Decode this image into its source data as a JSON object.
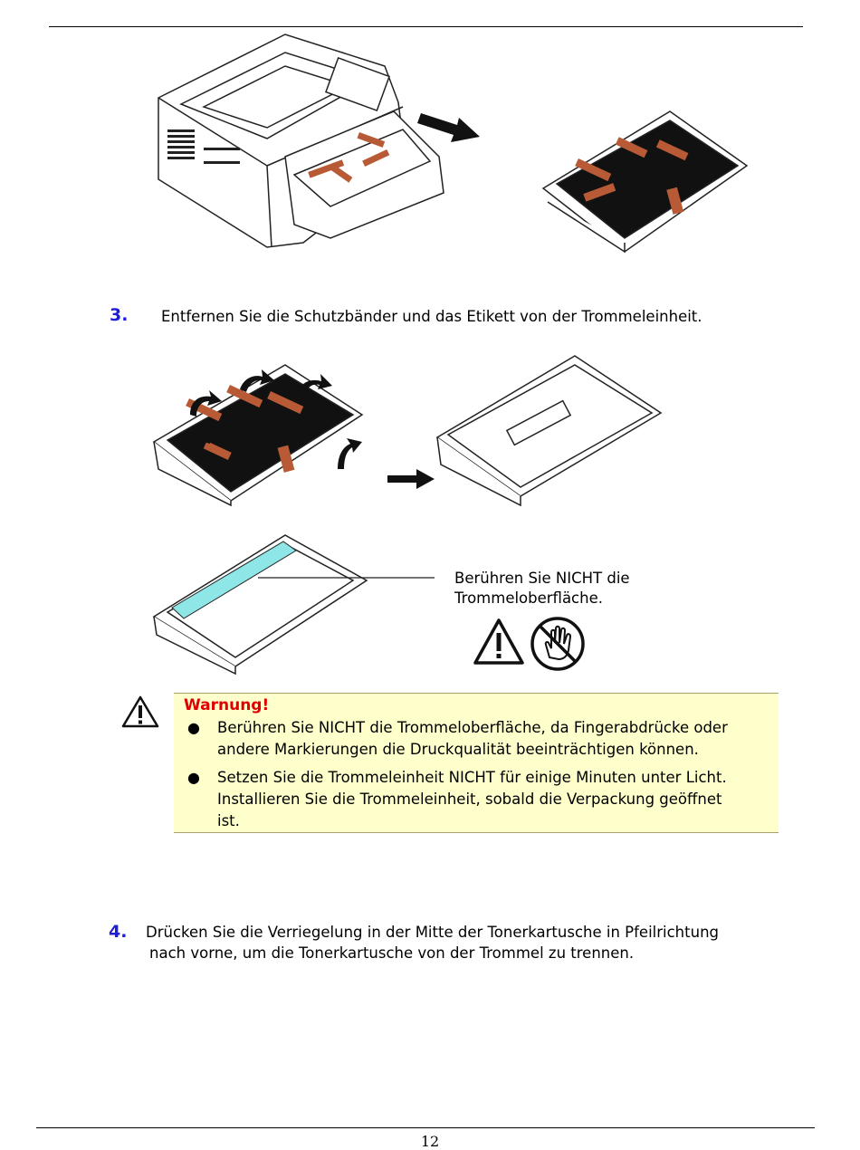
{
  "steps": [
    {
      "number": "3.",
      "text": "Entfernen Sie die Schutzbänder und das Etikett von der Trommeleinheit."
    },
    {
      "number": "4.",
      "line1": "Drücken Sie die Verriegelung in der Mitte der Tonerkartusche in Pfeilrichtung",
      "line2": "nach vorne, um die Tonerkartusche von der Trommel zu trennen."
    }
  ],
  "caution": {
    "line1": "Berühren Sie NICHT die",
    "line2": "Trommeloberfläche."
  },
  "warning": {
    "title": "Warnung!",
    "items": [
      {
        "line1": "Berühren Sie NICHT die Trommeloberfläche, da Fingerabdrücke oder",
        "line2": "andere Markierungen die Druckqualität beeinträchtigen können."
      },
      {
        "line1": "Setzen Sie die Trommeleinheit NICHT für einige Minuten unter Licht.",
        "line2": "Installieren Sie die Trommeleinheit, sobald die Verpackung geöffnet",
        "line3": "ist."
      }
    ]
  },
  "page_number": "12",
  "colors": {
    "step_number": "#1e1ed8",
    "warning_title": "#e00000",
    "warning_bg": "#ffffcc",
    "tape": "#b85a35",
    "drum_surface": "#8fe6e6"
  }
}
